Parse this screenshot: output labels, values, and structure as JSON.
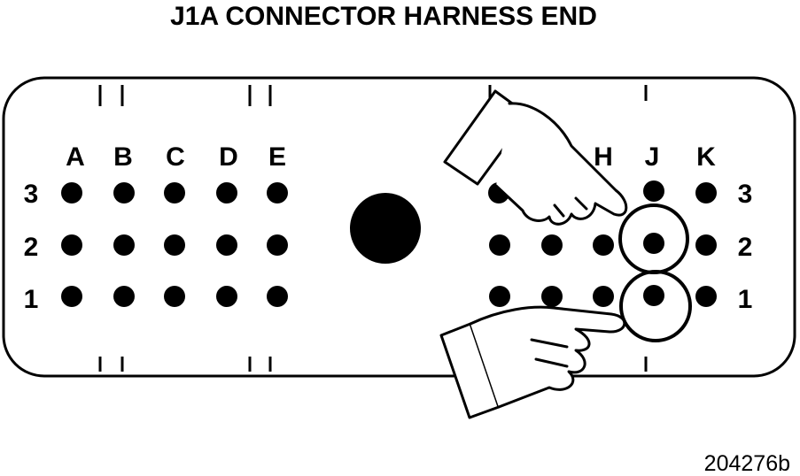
{
  "title": "J1A CONNECTOR HARNESS END",
  "figure_ref": "204276b",
  "column_labels_left": [
    "A",
    "B",
    "C",
    "D",
    "E"
  ],
  "column_labels_right": [
    "H",
    "J",
    "K"
  ],
  "row_labels": [
    "3",
    "2",
    "1"
  ],
  "highlighted_pins": [
    "J2",
    "J1"
  ],
  "colors": {
    "ink": "#000000",
    "paper": "#ffffff"
  },
  "icons": [
    "pointing-hand-icon",
    "pointing-hand-icon"
  ]
}
